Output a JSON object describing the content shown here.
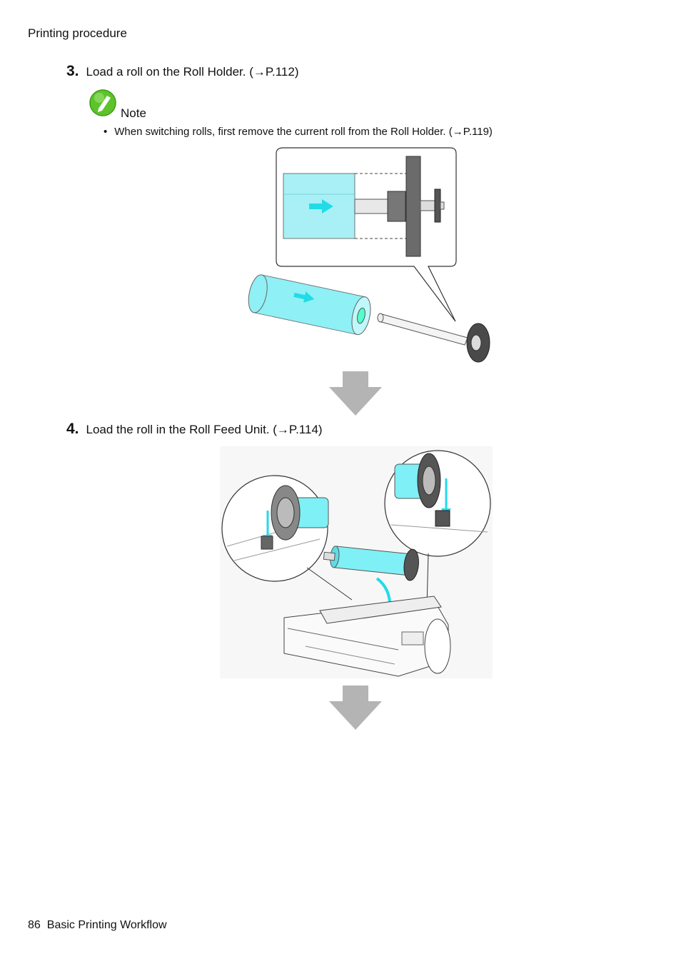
{
  "header": {
    "section": "Printing procedure"
  },
  "steps": [
    {
      "number": "3.",
      "text": "Load a roll on the Roll Holder.  (→P.112)"
    },
    {
      "number": "4.",
      "text": "Load the roll in the Roll Feed Unit.  (→P.114)"
    }
  ],
  "note": {
    "icon": "pencil-icon",
    "label": "Note",
    "bullet": "•",
    "items": [
      "When switching rolls, first remove the current roll from the Roll Holder.  (→P.119)"
    ]
  },
  "footer": {
    "page_number": "86",
    "chapter": "Basic Printing Workflow"
  },
  "colors": {
    "roll_cyan": "#79e8f0",
    "arrow_gray": "#b4b4b4",
    "note_green": "#5cc42a"
  }
}
